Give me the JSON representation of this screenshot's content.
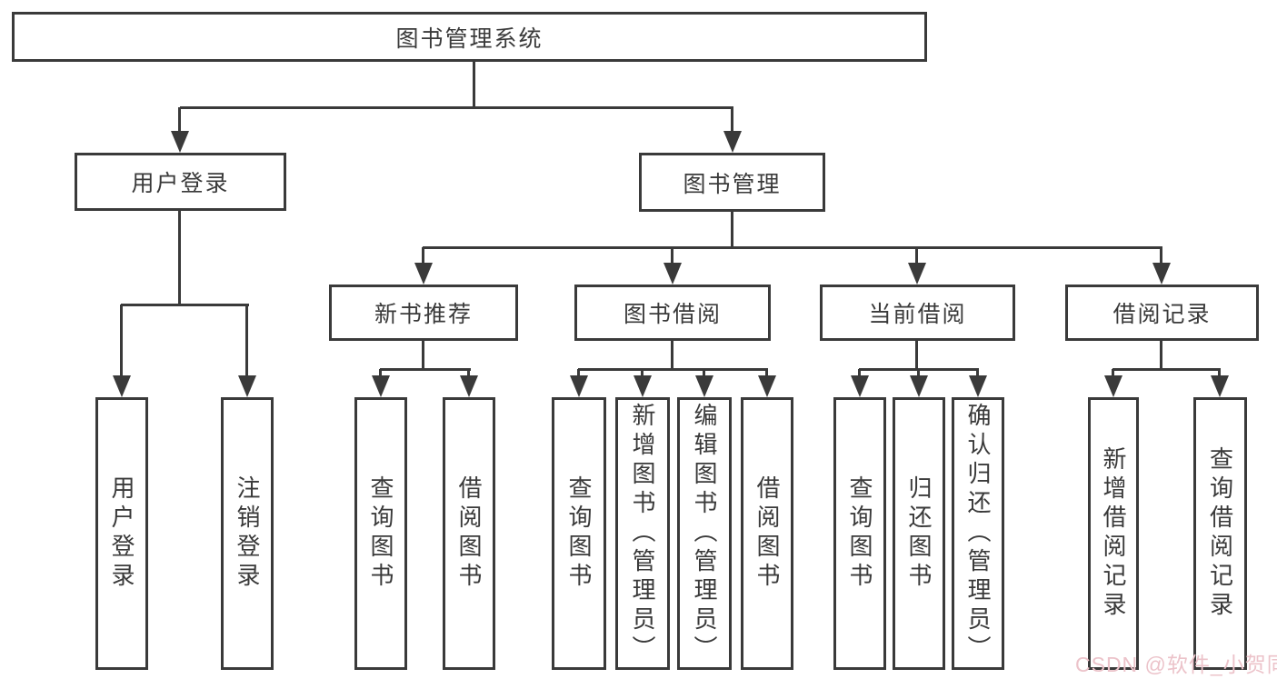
{
  "diagram": {
    "title": "图书管理系统",
    "nodes": {
      "root": "图书管理系统",
      "level2": [
        "用户登录",
        "图书管理"
      ],
      "level3": [
        "新书推荐",
        "图书借阅",
        "当前借阅",
        "借阅记录"
      ],
      "leaves_user_login": [
        "用户登录",
        "注销登录"
      ],
      "leaves_new_book": [
        "查询图书",
        "借阅图书"
      ],
      "leaves_book_borrow": [
        "查询图书",
        "新增图书（管理员）",
        "编辑图书（管理员）",
        "借阅图书"
      ],
      "leaves_current_borrow": [
        "查询图书",
        "归还图书",
        "确认归还（管理员）"
      ],
      "leaves_borrow_records": [
        "新增借阅记录",
        "查询借阅记录"
      ]
    },
    "colors": {
      "line": "#3a3a3a",
      "text": "#3a3a3a",
      "background": "#ffffff",
      "watermark": "#ecc3ca"
    }
  },
  "watermark": {
    "text": "CSDN @软件_小贺同学"
  }
}
